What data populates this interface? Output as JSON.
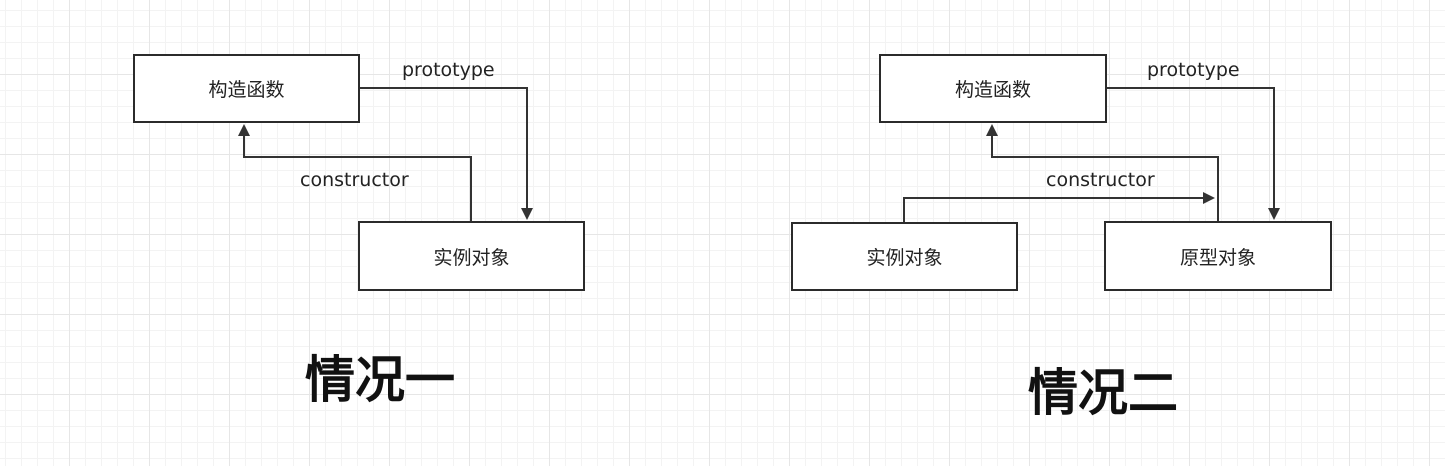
{
  "diagrams": [
    {
      "nodes": {
        "constructor_fn": "构造函数",
        "instance": "实例对象"
      },
      "edges": {
        "prototype": "prototype",
        "constructor": "constructor"
      },
      "title": "情况一"
    },
    {
      "nodes": {
        "constructor_fn": "构造函数",
        "instance": "实例对象",
        "prototype_obj": "原型对象"
      },
      "edges": {
        "prototype": "prototype",
        "constructor": "constructor"
      },
      "title": "情况二"
    }
  ],
  "colors": {
    "stroke": "#333333",
    "grid": "#e6e6e6",
    "background": "#ffffff"
  }
}
